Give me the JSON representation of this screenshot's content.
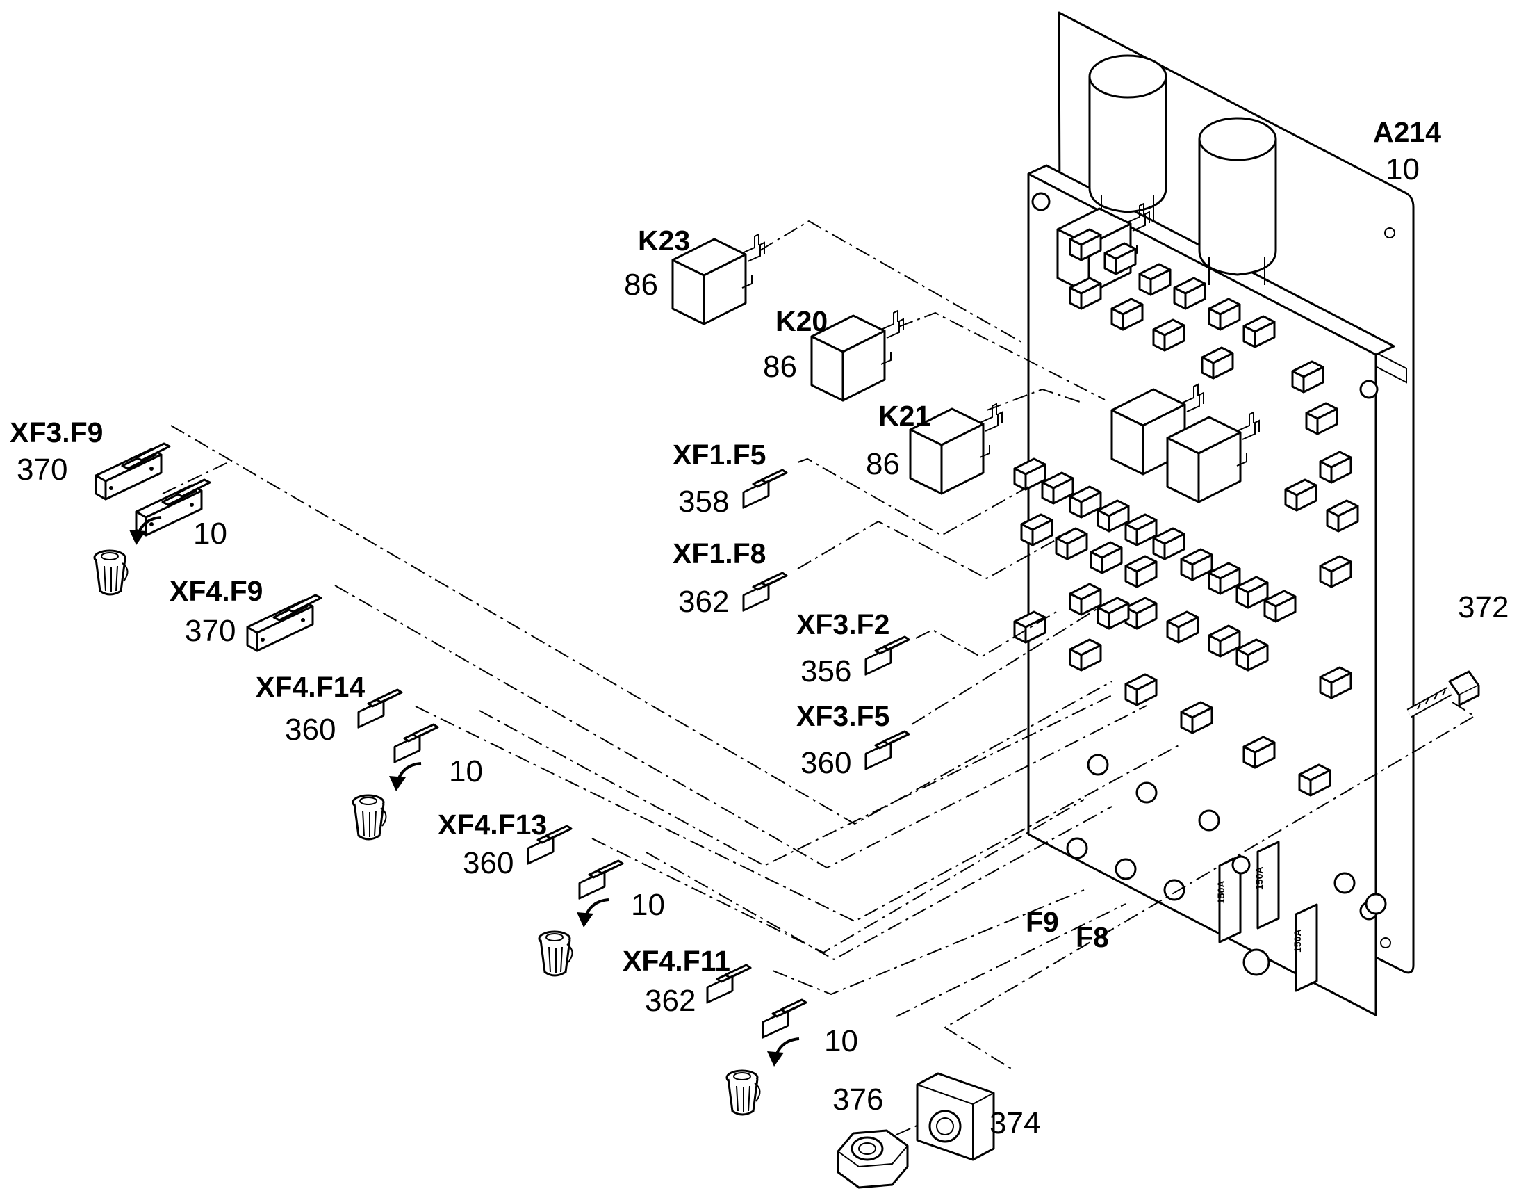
{
  "callouts": [
    {
      "id": "a214",
      "ref": "A214",
      "qty": "10"
    },
    {
      "id": "k23",
      "ref": "K23",
      "qty": "86"
    },
    {
      "id": "k20",
      "ref": "K20",
      "qty": "86"
    },
    {
      "id": "k21",
      "ref": "K21",
      "qty": "86"
    },
    {
      "id": "xf1f5",
      "ref": "XF1.F5",
      "qty": "358"
    },
    {
      "id": "xf1f8",
      "ref": "XF1.F8",
      "qty": "362"
    },
    {
      "id": "xf3f2",
      "ref": "XF3.F2",
      "qty": "356"
    },
    {
      "id": "xf3f5",
      "ref": "XF3.F5",
      "qty": "360"
    },
    {
      "id": "xf3f9",
      "ref": "XF3.F9",
      "qty": "370",
      "qty2": "10"
    },
    {
      "id": "xf4f9",
      "ref": "XF4.F9",
      "qty": "370"
    },
    {
      "id": "xf4f14",
      "ref": "XF4.F14",
      "qty": "360",
      "qty2": "10"
    },
    {
      "id": "xf4f13",
      "ref": "XF4.F13",
      "qty": "360",
      "qty2": "10"
    },
    {
      "id": "xf4f11",
      "ref": "XF4.F11",
      "qty": "362",
      "qty2": "10"
    }
  ],
  "fuse_refs": {
    "f9": "F9",
    "f8": "F8"
  },
  "parts": {
    "screw": "372",
    "nut": "376",
    "bracket": "374"
  },
  "board_fuse_rating": "150A",
  "icons": {
    "discard": "trash-bin-icon",
    "arrow": "curved-arrow-icon"
  }
}
